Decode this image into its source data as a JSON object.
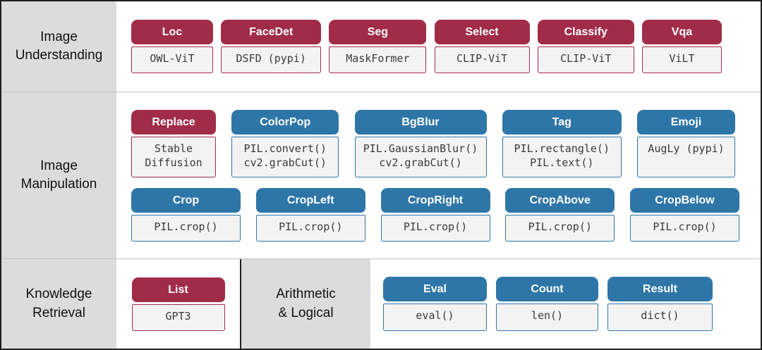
{
  "figure": {
    "rows": [
      {
        "label": "Image\nUnderstanding",
        "cards": [
          {
            "title": "Loc",
            "impl": "OWL-ViT",
            "kind": "neural"
          },
          {
            "title": "FaceDet",
            "impl": "DSFD (pypi)",
            "kind": "neural"
          },
          {
            "title": "Seg",
            "impl": "MaskFormer",
            "kind": "neural"
          },
          {
            "title": "Select",
            "impl": "CLIP-ViT",
            "kind": "neural"
          },
          {
            "title": "Classify",
            "impl": "CLIP-ViT",
            "kind": "neural"
          },
          {
            "title": "Vqa",
            "impl": "ViLT",
            "kind": "neural"
          }
        ]
      },
      {
        "label": "Image\nManipulation",
        "cards_row1": [
          {
            "title": "Replace",
            "impl": "Stable\nDiffusion",
            "kind": "neural"
          },
          {
            "title": "ColorPop",
            "impl": "PIL.convert()\ncv2.grabCut()",
            "kind": "python"
          },
          {
            "title": "BgBlur",
            "impl": "PIL.GaussianBlur()\ncv2.grabCut()",
            "kind": "python"
          },
          {
            "title": "Tag",
            "impl": "PIL.rectangle()\nPIL.text()",
            "kind": "python"
          },
          {
            "title": "Emoji",
            "impl": "AugLy (pypi)",
            "kind": "python"
          }
        ],
        "cards_row2": [
          {
            "title": "Crop",
            "impl": "PIL.crop()",
            "kind": "python"
          },
          {
            "title": "CropLeft",
            "impl": "PIL.crop()",
            "kind": "python"
          },
          {
            "title": "CropRight",
            "impl": "PIL.crop()",
            "kind": "python"
          },
          {
            "title": "CropAbove",
            "impl": "PIL.crop()",
            "kind": "python"
          },
          {
            "title": "CropBelow",
            "impl": "PIL.crop()",
            "kind": "python"
          }
        ]
      },
      {
        "label": "Knowledge\nRetrieval",
        "cards": [
          {
            "title": "List",
            "impl": "GPT3",
            "kind": "neural"
          }
        ],
        "label2": "Arithmetic\n& Logical",
        "cards2": [
          {
            "title": "Eval",
            "impl": "eval()",
            "kind": "python"
          },
          {
            "title": "Count",
            "impl": "len()",
            "kind": "python"
          },
          {
            "title": "Result",
            "impl": "dict()",
            "kind": "python"
          }
        ]
      }
    ]
  },
  "colors": {
    "neural": "#A12C48",
    "python": "#2E76A8",
    "body_bg": "#F4F3F3",
    "label_bg": "#DCDCDC",
    "divider": "#C2C2C2",
    "frame": "#1F1F1F",
    "code_text": "#3A3A3A",
    "label_text": "#111111",
    "header_text": "#FFFFFF"
  }
}
